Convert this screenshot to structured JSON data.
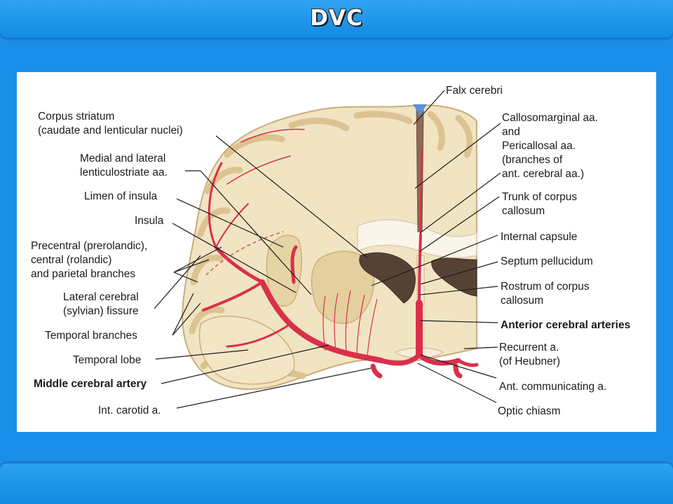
{
  "slide": {
    "title": "DVC"
  },
  "colors": {
    "background": "#1a8ee8",
    "panel": "#ffffff",
    "brain_tissue": "#f1e4c2",
    "gray_matter": "#dcc391",
    "artery": "#d9304a",
    "label_text": "#1c1c1c"
  },
  "diagram": {
    "labels_left": [
      {
        "id": "corpus-striatum",
        "lines": [
          "Corpus striatum",
          "(caudate and lenticular nuclei)"
        ]
      },
      {
        "id": "medial-lateral-lenticulostriate",
        "lines": [
          "Medial and lateral",
          "lenticulostriate aa."
        ]
      },
      {
        "id": "limen-of-insula",
        "lines": [
          "Limen of insula"
        ]
      },
      {
        "id": "insula",
        "lines": [
          "Insula"
        ]
      },
      {
        "id": "precentral-branches",
        "lines": [
          "Precentral (prerolandic),",
          "central (rolandic)",
          "and parietal branches"
        ]
      },
      {
        "id": "lateral-cerebral-fissure",
        "lines": [
          "Lateral cerebral",
          "(sylvian) fissure"
        ]
      },
      {
        "id": "temporal-branches",
        "lines": [
          "Temporal branches"
        ]
      },
      {
        "id": "temporal-lobe",
        "lines": [
          "Temporal lobe"
        ]
      },
      {
        "id": "middle-cerebral-artery",
        "lines": [
          "Middle cerebral artery"
        ],
        "bold": true
      },
      {
        "id": "int-carotid",
        "lines": [
          "Int. carotid a."
        ]
      }
    ],
    "labels_right": [
      {
        "id": "falx-cerebri",
        "lines": [
          "Falx cerebri"
        ]
      },
      {
        "id": "callosomarginal",
        "lines": [
          "Callosomarginal aa.",
          "and",
          "Pericallosal aa.",
          "(branches of",
          "ant. cerebral aa.)"
        ]
      },
      {
        "id": "trunk-corpus-callosum",
        "lines": [
          "Trunk of corpus",
          "callosum"
        ]
      },
      {
        "id": "internal-capsule",
        "lines": [
          "Internal capsule"
        ]
      },
      {
        "id": "septum-pellucidum",
        "lines": [
          "Septum pellucidum"
        ]
      },
      {
        "id": "rostrum-corpus-callosum",
        "lines": [
          "Rostrum of corpus",
          "callosum"
        ]
      },
      {
        "id": "anterior-cerebral-arteries",
        "lines": [
          "Anterior cerebral arteries"
        ],
        "bold": true
      },
      {
        "id": "recurrent-artery",
        "lines": [
          "Recurrent a.",
          "(of Heubner)"
        ]
      },
      {
        "id": "ant-communicating",
        "lines": [
          "Ant. communicating a."
        ]
      },
      {
        "id": "optic-chiasm",
        "lines": [
          "Optic chiasm"
        ]
      }
    ]
  }
}
